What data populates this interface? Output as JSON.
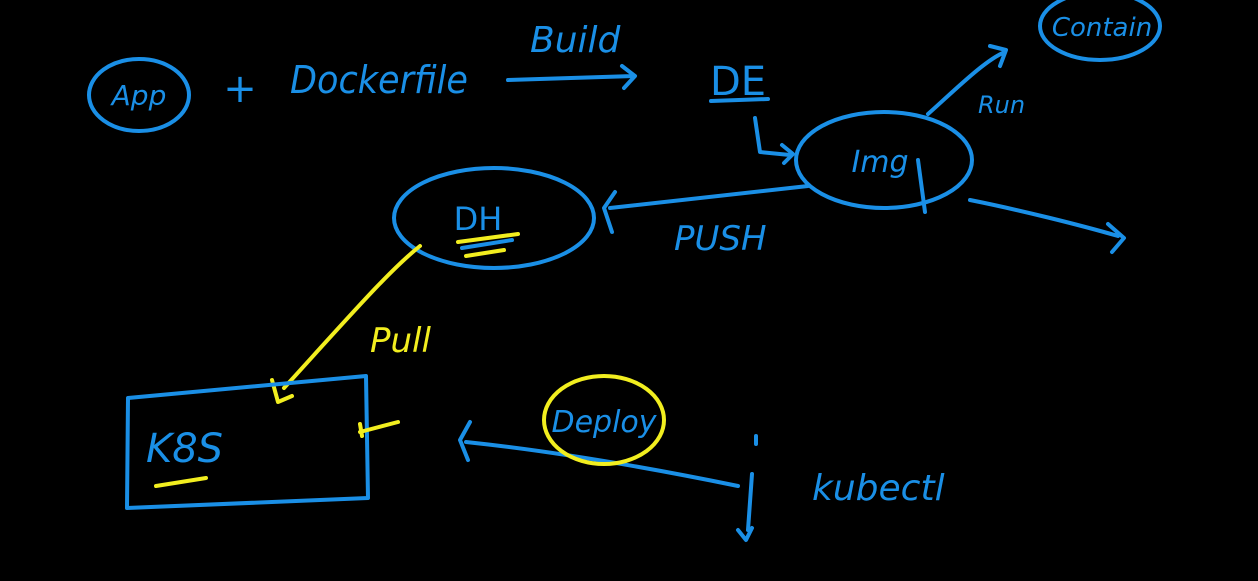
{
  "colors": {
    "background": "#000000",
    "blue_ink": "#1a8fe6",
    "yellow_ink": "#f2ee1f"
  },
  "labels": {
    "app": "App",
    "plus": "+",
    "dockerfile": "Dockerfile",
    "build": "Build",
    "de": "DE",
    "image": "Img",
    "run": "Run",
    "container": "Contain",
    "dh": "DH",
    "push": "PUSH",
    "pull": "Pull",
    "k8s": "K8S",
    "deploy": "Deploy",
    "kubectl": "kubectl"
  }
}
